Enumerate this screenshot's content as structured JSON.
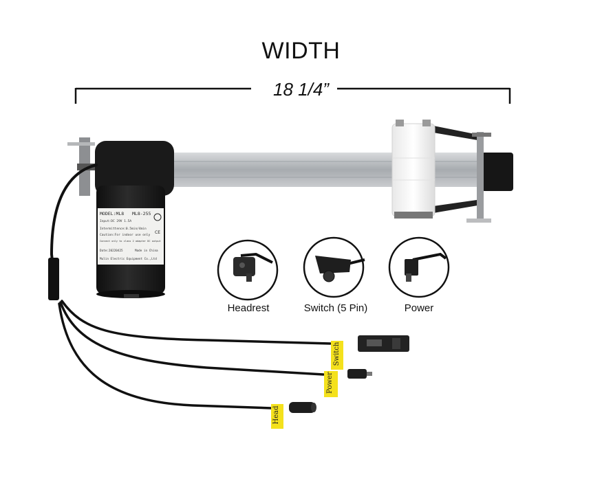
{
  "heading": "WIDTH",
  "dimension": "18 1/4”",
  "motor_label": {
    "model_left": "MODEL:ML8",
    "model_right": "ML8-255",
    "line_input": "Input:DC 29V 1.5A",
    "line_intermittence": "Intermittence:0.5min/4min",
    "line_caution": "Caution:For indoor use only",
    "line_connect": "Connect only to class 2 adapter DC output",
    "line_date": "Date:20220425",
    "line_made": "Made in China",
    "line_company": "Mulin Electric Equipment Co.,Ltd"
  },
  "callouts": [
    {
      "label": "Headrest",
      "icon": "headrest-connector-icon"
    },
    {
      "label": "Switch (5 Pin)",
      "icon": "switch-connector-icon"
    },
    {
      "label": "Power",
      "icon": "power-connector-icon"
    }
  ],
  "cable_tags": {
    "switch": "Switch",
    "power": "Power",
    "head": "Head"
  },
  "colors": {
    "tag_yellow": "#f4e11c",
    "motor_black": "#1c1c1c",
    "tube_gray": "#b9bcbf",
    "bracket_white": "#f4f4f4"
  }
}
